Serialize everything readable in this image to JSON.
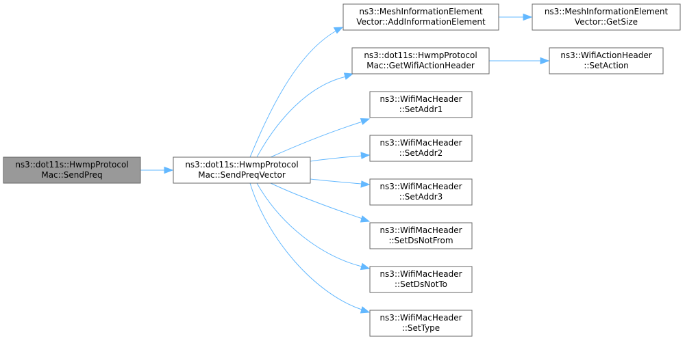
{
  "colors": {
    "edge": "#63b8ff",
    "node_border": "#666666",
    "node_fill": "#ffffff",
    "focus_fill": "#999999",
    "text": "#000000"
  },
  "nodes": {
    "send_preq": {
      "lines": [
        "ns3::dot11s::HwmpProtocol",
        "Mac::SendPreq"
      ],
      "focus": true
    },
    "send_preq_vector": {
      "lines": [
        "ns3::dot11s::HwmpProtocol",
        "Mac::SendPreqVector"
      ]
    },
    "add_information_element": {
      "lines": [
        "ns3::MeshInformationElement",
        "Vector::AddInformationElement"
      ]
    },
    "get_size": {
      "lines": [
        "ns3::MeshInformationElement",
        "Vector::GetSize"
      ]
    },
    "get_wifi_action_header": {
      "lines": [
        "ns3::dot11s::HwmpProtocol",
        "Mac::GetWifiActionHeader"
      ]
    },
    "set_action": {
      "lines": [
        "ns3::WifiActionHeader",
        "::SetAction"
      ]
    },
    "set_addr1": {
      "lines": [
        "ns3::WifiMacHeader",
        "::SetAddr1"
      ]
    },
    "set_addr2": {
      "lines": [
        "ns3::WifiMacHeader",
        "::SetAddr2"
      ]
    },
    "set_addr3": {
      "lines": [
        "ns3::WifiMacHeader",
        "::SetAddr3"
      ]
    },
    "set_ds_not_from": {
      "lines": [
        "ns3::WifiMacHeader",
        "::SetDsNotFrom"
      ]
    },
    "set_ds_not_to": {
      "lines": [
        "ns3::WifiMacHeader",
        "::SetDsNotTo"
      ]
    },
    "set_type": {
      "lines": [
        "ns3::WifiMacHeader",
        "::SetType"
      ]
    }
  },
  "edges": [
    {
      "from": "send_preq",
      "to": "send_preq_vector"
    },
    {
      "from": "send_preq_vector",
      "to": "add_information_element"
    },
    {
      "from": "send_preq_vector",
      "to": "get_wifi_action_header"
    },
    {
      "from": "send_preq_vector",
      "to": "set_addr1"
    },
    {
      "from": "send_preq_vector",
      "to": "set_addr2"
    },
    {
      "from": "send_preq_vector",
      "to": "set_addr3"
    },
    {
      "from": "send_preq_vector",
      "to": "set_ds_not_from"
    },
    {
      "from": "send_preq_vector",
      "to": "set_ds_not_to"
    },
    {
      "from": "send_preq_vector",
      "to": "set_type"
    },
    {
      "from": "add_information_element",
      "to": "get_size"
    },
    {
      "from": "get_wifi_action_header",
      "to": "set_action"
    }
  ]
}
